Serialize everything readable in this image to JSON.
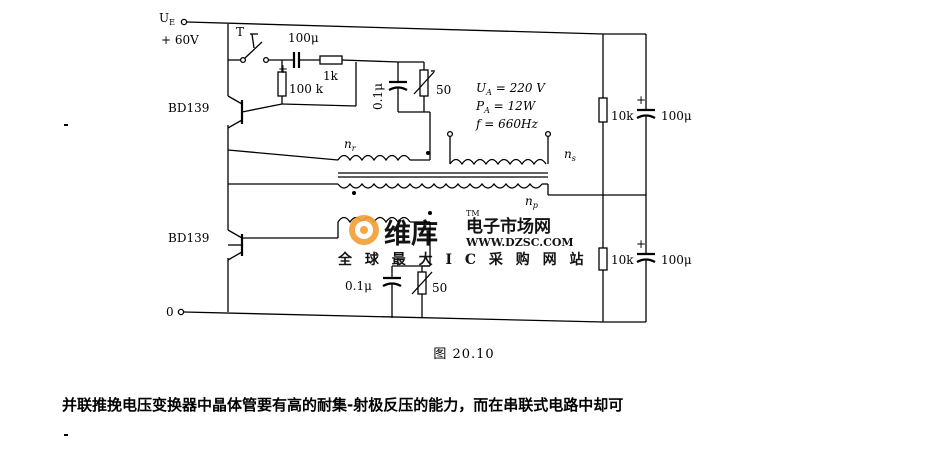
{
  "circuit": {
    "supply_label": "U",
    "supply_sub": "E",
    "supply_value": "+ 60V",
    "ground_label": "0",
    "switch_label": "T",
    "cap_top": "100μ",
    "res_top": "1k",
    "res_bias": "100 k",
    "cap_left_upper": "0.1μ",
    "pot_upper": "50",
    "trans_upper": "BD139",
    "trans_lower": "BD139",
    "spec_ua": "U",
    "spec_ua_sub": "A",
    "spec_ua_val": " = 220 V",
    "spec_pa": "P",
    "spec_pa_sub": "A",
    "spec_pa_val": " = 12W",
    "spec_f": "f",
    "spec_f_val": " = 660Hz",
    "winding_nr": "n",
    "winding_nr_sub": "r",
    "winding_ns": "n",
    "winding_ns_sub": "s",
    "winding_np": "n",
    "winding_np_sub": "p",
    "res_right_upper": "10k",
    "cap_right_upper": "100μ",
    "res_right_lower": "10k",
    "cap_right_lower": "100μ",
    "cap_lower": "0.1μ",
    "pot_lower": "50"
  },
  "watermark": {
    "brand": "维库",
    "tm": "TM",
    "site_cn": "电子市场网",
    "url": "WWW.DZSC.COM",
    "tagline": "全 球 最 大 I C 采 购 网 站",
    "colors": {
      "red": "#e8303a",
      "orange": "#f3a03a",
      "pink": "#f08a8a"
    }
  },
  "caption": "图 20.10",
  "body_text": "并联推挽电压变换器中晶体管要有高的耐集-射极反压的能力，而在串联式电路中却可"
}
